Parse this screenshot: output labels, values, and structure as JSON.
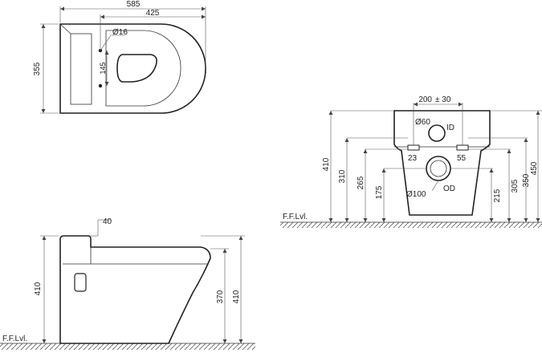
{
  "top_view": {
    "width_overall": "585",
    "width_bowl": "425",
    "depth": "355",
    "hole_diameter": "Ø16",
    "hole_spacing": "145"
  },
  "front_view": {
    "spacing": "200",
    "spacing_tolerance": "± 30",
    "inlet_diameter": "Ø60",
    "inlet_label": "ID",
    "outlet_diameter": "Ø100",
    "outlet_label": "OD",
    "bolt_left": "23",
    "bolt_right": "55",
    "floor_label": "F.F.Lvl.",
    "heights_left": [
      "410",
      "310",
      "265",
      "175"
    ],
    "heights_right": [
      "215",
      "305",
      "350",
      "450"
    ]
  },
  "side_view": {
    "top_offset": "40",
    "height_total": "410",
    "height_front": "370",
    "height_right": "410",
    "floor_label": "F.F.Lvl."
  }
}
